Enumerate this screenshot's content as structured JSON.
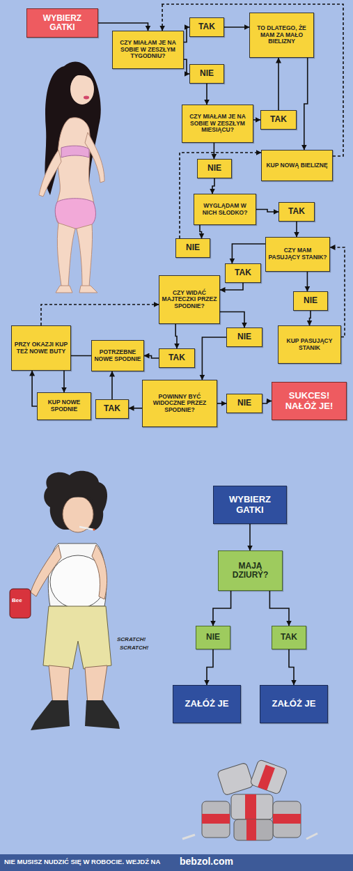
{
  "diagram": {
    "nodes": [
      {
        "text": [
          "WYBIERZ GATKI"
        ]
      },
      {
        "text": [
          "CZY MIAŁAM JE NA SOBIE W ZESZŁYM TYGODNIU?"
        ]
      },
      {
        "text": [
          "TAK"
        ]
      },
      {
        "text": [
          "TO DLATEGO, ŻE MAM ZA MAŁO BIELIZNY"
        ]
      },
      {
        "text": [
          "NIE"
        ]
      },
      {
        "text": [
          "CZY MIAŁAM JE NA SOBIE W ZESZŁYM MIESIĄCU?"
        ]
      },
      {
        "text": [
          "TAK"
        ]
      },
      {
        "text": [
          "NIE"
        ]
      },
      {
        "text": [
          "KUP NOWĄ BIELIZNĘ"
        ]
      },
      {
        "text": [
          "WYGLĄDAM W NICH SŁODKO?"
        ]
      },
      {
        "text": [
          "TAK"
        ]
      },
      {
        "text": [
          "NIE"
        ]
      },
      {
        "text": [
          "CZY MAM PASUJĄCY STANIK?"
        ]
      },
      {
        "text": [
          "TAK"
        ]
      },
      {
        "text": [
          "CZY WIDAĆ MAJTECZKI PRZEZ SPODNIE?"
        ]
      },
      {
        "text": [
          "NIE"
        ]
      },
      {
        "text": [
          "NIE"
        ]
      },
      {
        "text": [
          "KUP PASUJĄCY STANIK"
        ]
      },
      {
        "text": [
          "PRZY OKAZJI KUP TEŻ NOWE BUTY"
        ]
      },
      {
        "text": [
          "POTRZEBNE NOWE SPODNIE"
        ]
      },
      {
        "text": [
          "TAK"
        ]
      },
      {
        "text": [
          "KUP NOWE SPODNIE"
        ]
      },
      {
        "text": [
          "TAK"
        ]
      },
      {
        "text": [
          "POWINNY BYĆ WIDOCZNE PRZEZ SPODNIE?"
        ]
      },
      {
        "text": [
          "NIE"
        ]
      },
      {
        "text": [
          "SUKCES! NAŁÓŻ JE!"
        ]
      },
      {
        "text": [
          "WYBIERZ GATKI"
        ]
      },
      {
        "text": [
          "MAJĄ DZIURY?"
        ]
      },
      {
        "text": [
          "NIE"
        ]
      },
      {
        "text": [
          "TAK"
        ]
      },
      {
        "text": [
          "ZAŁÓŻ JE"
        ]
      },
      {
        "text": [
          "ZAŁÓŻ JE"
        ]
      }
    ],
    "edges": [
      {
        "from": 0,
        "to": 1,
        "arrow": "to"
      },
      {
        "from": 1,
        "to": 2,
        "arrow": "to"
      },
      {
        "from": 1,
        "to": 4,
        "arrow": "to"
      },
      {
        "from": 2,
        "to": 3,
        "arrow": "to"
      },
      {
        "from": 4,
        "to": 5,
        "arrow": "to"
      },
      {
        "from": 5,
        "to": 6,
        "arrow": "to"
      },
      {
        "from": 6,
        "to": 3,
        "arrow": "to"
      },
      {
        "from": 5,
        "to": 7,
        "arrow": "to"
      },
      {
        "from": 7,
        "to": 9,
        "arrow": "to"
      },
      {
        "from": 3,
        "to": 8,
        "arrow": "to"
      },
      {
        "from": 8,
        "to": 1,
        "arrow": "to"
      },
      {
        "from": 11,
        "to": 8,
        "arrow": "to"
      },
      {
        "from": 9,
        "to": 10,
        "arrow": "to"
      },
      {
        "from": 9,
        "to": 11,
        "arrow": "to"
      },
      {
        "from": 10,
        "to": 12,
        "arrow": "to"
      },
      {
        "from": 12,
        "to": 13,
        "arrow": "to"
      },
      {
        "from": 13,
        "to": 14,
        "arrow": "to"
      },
      {
        "from": 12,
        "to": 15,
        "arrow": "to"
      },
      {
        "from": 15,
        "to": 17,
        "arrow": "to"
      },
      {
        "from": 17,
        "to": 12,
        "arrow": "to"
      },
      {
        "from": 14,
        "to": 16,
        "arrow": "to"
      },
      {
        "from": 14,
        "to": 20,
        "arrow": "to"
      },
      {
        "from": 20,
        "to": 19,
        "arrow": "to"
      },
      {
        "from": 19,
        "to": 21,
        "arrow": "to"
      },
      {
        "from": 21,
        "to": 18,
        "arrow": "to"
      },
      {
        "from": 18,
        "to": 14,
        "arrow": "to"
      },
      {
        "from": 16,
        "to": 23,
        "arrow": "to"
      },
      {
        "from": 23,
        "to": 22,
        "arrow": "to"
      },
      {
        "from": 22,
        "to": 19,
        "arrow": "to"
      },
      {
        "from": 23,
        "to": 24,
        "arrow": "to"
      },
      {
        "from": 24,
        "to": 25,
        "arrow": "to"
      },
      {
        "from": 26,
        "to": 27,
        "arrow": "to"
      },
      {
        "from": 27,
        "to": 28,
        "arrow": "to"
      },
      {
        "from": 27,
        "to": 29,
        "arrow": "to"
      },
      {
        "from": 28,
        "to": 30,
        "arrow": "to"
      },
      {
        "from": 29,
        "to": 31,
        "arrow": "to"
      }
    ],
    "labels": [
      "SCRATCH!",
      "SCRATCH!",
      "Bee",
      "NIE MUSISZ NUDZIĆ SIĘ W ROBOCIE. WEJDŹ NA",
      "bebzol.com"
    ]
  }
}
